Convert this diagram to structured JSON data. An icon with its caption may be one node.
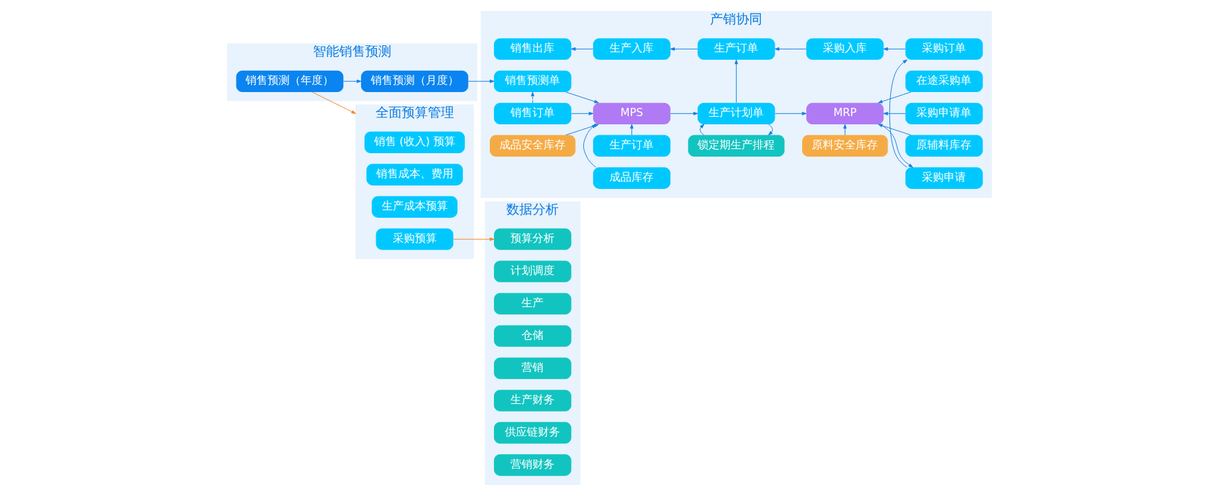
{
  "diagram": {
    "nodes": [
      {
        "text": [
          "智能销售预测"
        ]
      },
      {
        "text": [
          "销售预测（年度）"
        ],
        "in": 0
      },
      {
        "text": [
          "销售预测（月度）"
        ],
        "in": 0
      },
      {
        "text": [
          "全面预算管理"
        ]
      },
      {
        "text": [
          "销售 (收入) 预算"
        ],
        "in": 3
      },
      {
        "text": [
          "销售成本、费用"
        ],
        "in": 3
      },
      {
        "text": [
          "生产成本预算"
        ],
        "in": 3
      },
      {
        "text": [
          "采购预算"
        ],
        "in": 3
      },
      {
        "text": [
          "产销协同"
        ]
      },
      {
        "text": [
          "销售预测单"
        ],
        "in": 8
      },
      {
        "text": [
          "成品库存"
        ],
        "in": 8
      },
      {
        "text": [
          "生产订单"
        ],
        "in": 8
      },
      {
        "text": [
          "原料安全库存"
        ],
        "in": 8
      },
      {
        "text": [
          "原辅料库存"
        ],
        "in": 8
      },
      {
        "text": [
          "销售订单"
        ],
        "in": 8
      },
      {
        "text": [
          "MPS"
        ],
        "in": 8
      },
      {
        "text": [
          "生产计划单"
        ],
        "in": 8
      },
      {
        "text": [
          "MRP"
        ],
        "in": 8
      },
      {
        "text": [
          "采购申请单"
        ],
        "in": 8
      },
      {
        "text": [
          "在途采购单"
        ],
        "in": 8
      },
      {
        "text": [
          "成品安全库存"
        ],
        "in": 8
      },
      {
        "text": [
          "锁定期生产排程"
        ],
        "in": 8
      },
      {
        "text": [
          "采购申请"
        ],
        "in": 8
      },
      {
        "text": [
          "生产入库"
        ],
        "in": 8
      },
      {
        "text": [
          "销售出库"
        ],
        "in": 8
      },
      {
        "text": [
          "生产订单"
        ],
        "in": 8
      },
      {
        "text": [
          "采购入库"
        ],
        "in": 8
      },
      {
        "text": [
          "采购订单"
        ],
        "in": 8
      },
      {
        "text": [
          "数据分析"
        ]
      },
      {
        "text": [
          "预算分析"
        ],
        "in": 28
      },
      {
        "text": [
          "计划调度"
        ],
        "in": 28
      },
      {
        "text": [
          "生产"
        ],
        "in": 28
      },
      {
        "text": [
          "仓储"
        ],
        "in": 28
      },
      {
        "text": [
          "营销"
        ],
        "in": 28
      },
      {
        "text": [
          "生产财务"
        ],
        "in": 28
      },
      {
        "text": [
          "供应链财务"
        ],
        "in": 28
      },
      {
        "text": [
          "营销财务"
        ],
        "in": 28
      }
    ],
    "edges": [
      {
        "from": 1,
        "to": 3,
        "arrow": "to",
        "color": "#f0892a"
      },
      {
        "from": 1,
        "to": 2,
        "arrow": "to"
      },
      {
        "from": 2,
        "to": 9,
        "arrow": "to"
      },
      {
        "from": 14,
        "to": 9,
        "arrow": "to",
        "style": "dashed"
      },
      {
        "from": 9,
        "to": 15,
        "arrow": "to"
      },
      {
        "from": 14,
        "to": 15,
        "arrow": "to"
      },
      {
        "from": 10,
        "to": 15,
        "arrow": "to"
      },
      {
        "from": 11,
        "to": 15,
        "arrow": "to"
      },
      {
        "from": 20,
        "to": 15,
        "arrow": "to"
      },
      {
        "from": 15,
        "to": 16,
        "arrow": "to"
      },
      {
        "from": 16,
        "to": 21,
        "arrow": "to"
      },
      {
        "from": 21,
        "to": 16,
        "arrow": "to"
      },
      {
        "from": 16,
        "to": 17,
        "arrow": "to"
      },
      {
        "from": 16,
        "to": 25,
        "arrow": "to"
      },
      {
        "from": 12,
        "to": 17,
        "arrow": "to"
      },
      {
        "from": 13,
        "to": 17,
        "arrow": "to"
      },
      {
        "from": 18,
        "to": 17,
        "arrow": "to"
      },
      {
        "from": 19,
        "to": 17,
        "arrow": "to"
      },
      {
        "from": 17,
        "to": 22,
        "arrow": "to"
      },
      {
        "from": 22,
        "to": 27,
        "arrow": "to"
      },
      {
        "from": 27,
        "to": 26,
        "arrow": "to"
      },
      {
        "from": 26,
        "to": 25,
        "arrow": "to"
      },
      {
        "from": 25,
        "to": 23,
        "arrow": "to"
      },
      {
        "from": 23,
        "to": 24,
        "arrow": "to"
      },
      {
        "from": 7,
        "to": 29,
        "arrow": "to",
        "color": "#f0892a"
      }
    ]
  }
}
